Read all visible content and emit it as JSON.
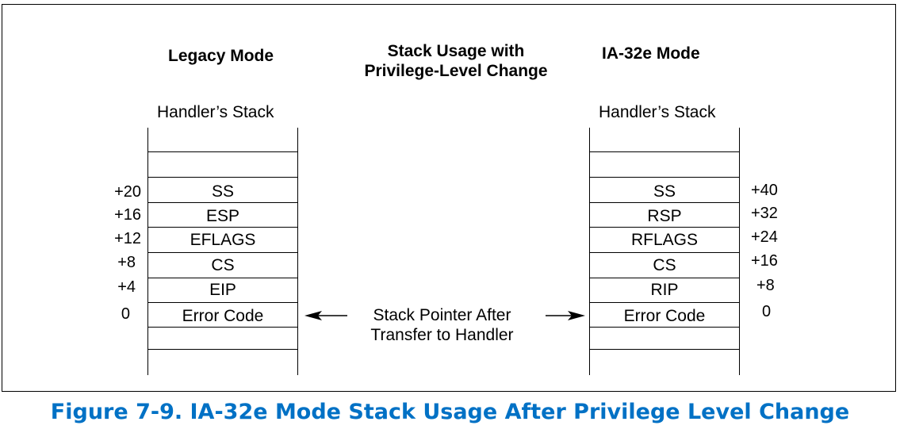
{
  "header": {
    "legacy_mode_title": "Legacy Mode",
    "center_title_line1": "Stack Usage with",
    "center_title_line2": "Privilege-Level Change",
    "ia32e_mode_title": "IA-32e Mode"
  },
  "legacy_stack": {
    "label": "Handler’s Stack",
    "entries": [
      {
        "field": "SS",
        "offset": "+20"
      },
      {
        "field": "ESP",
        "offset": "+16"
      },
      {
        "field": "EFLAGS",
        "offset": "+12"
      },
      {
        "field": "CS",
        "offset": "+8"
      },
      {
        "field": "EIP",
        "offset": "+4"
      },
      {
        "field": "Error Code",
        "offset": "0"
      }
    ]
  },
  "ia32e_stack": {
    "label": "Handler’s Stack",
    "entries": [
      {
        "field": "SS",
        "offset": "+40"
      },
      {
        "field": "RSP",
        "offset": "+32"
      },
      {
        "field": "RFLAGS",
        "offset": "+24"
      },
      {
        "field": "CS",
        "offset": "+16"
      },
      {
        "field": "RIP",
        "offset": "+8"
      },
      {
        "field": "Error Code",
        "offset": "0"
      }
    ]
  },
  "pointer": {
    "line1": "Stack Pointer After",
    "line2": "Transfer to Handler"
  },
  "caption": "Figure 7-9.  IA-32e Mode Stack Usage After Privilege Level Change",
  "colors": {
    "caption": "#0071c5",
    "lines": "#000000"
  }
}
